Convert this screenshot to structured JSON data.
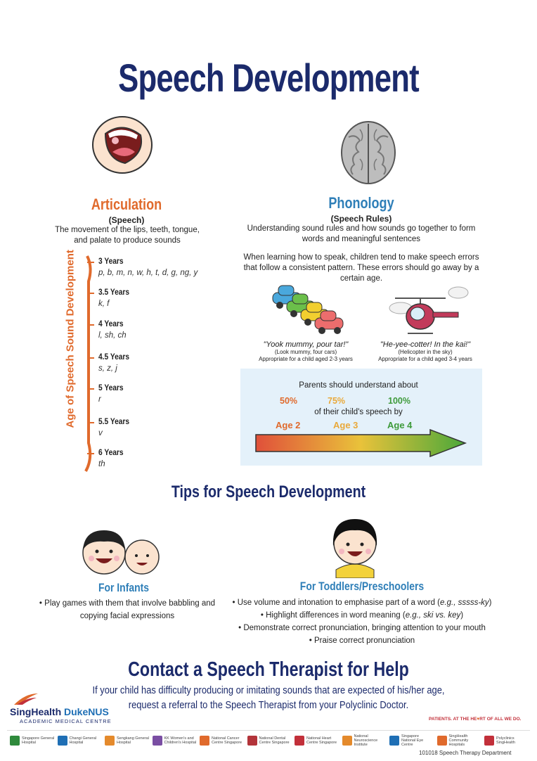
{
  "title": "Speech Development",
  "articulation": {
    "heading": "Articulation",
    "subheading": "(Speech)",
    "description": "The movement of the lips, teeth, tongue, and palate to produce sounds",
    "axis_label": "Age of Speech Sound Development",
    "ages": [
      {
        "age": "3 Years",
        "sounds": "p, b, m, n, w, h, t, d, g, ng, y"
      },
      {
        "age": "3.5 Years",
        "sounds": "k, f"
      },
      {
        "age": "4 Years",
        "sounds": "l, sh, ch"
      },
      {
        "age": "4.5 Years",
        "sounds": "s, z, j"
      },
      {
        "age": "5 Years",
        "sounds": "r"
      },
      {
        "age": "5.5 Years",
        "sounds": "v"
      },
      {
        "age": "6 Years",
        "sounds": "th"
      }
    ]
  },
  "phonology": {
    "heading": "Phonology",
    "subheading": "(Speech Rules)",
    "description": "Understanding sound rules and how sounds go together to form words and meaningful sentences",
    "paragraph": "When learning how to speak, children tend to make speech errors that follow a consistent pattern. These errors should go away by a certain age.",
    "example1": {
      "quote": "\"Yook mummy, pour tar!\"",
      "meaning": "(Look mummy, four cars)",
      "note": "Appropriate for a child aged 2-3 years"
    },
    "example2": {
      "quote": "\"He-yee-cotter! In the kai!\"",
      "meaning": "(Helicopter in the sky)",
      "note": "Appropriate for a child aged 3-4 years"
    }
  },
  "intelligibility": {
    "intro": "Parents should understand about",
    "percentages": [
      "50%",
      "75%",
      "100%"
    ],
    "middle": "of their child's speech by",
    "ages": [
      "Age 2",
      "Age 3",
      "Age 4"
    ],
    "colors": [
      "#e06a2c",
      "#e9a93a",
      "#3e9a3a"
    ]
  },
  "tips": {
    "heading": "Tips for Speech Development",
    "infants": {
      "heading": "For Infants",
      "items": [
        "Play games with them that involve babbling and copying facial expressions"
      ]
    },
    "toddlers": {
      "heading": "For Toddlers/Preschoolers",
      "item1_pre": "Use volume and intonation to emphasise part of a word (",
      "item1_em": "e.g., sssss-ky",
      "item1_post": ")",
      "item2_pre": "Highlight differences in word meaning (",
      "item2_em": "e.g., ski vs. key",
      "item2_post": ")",
      "item3": "Demonstrate correct pronunciation, bringing attention to your mouth",
      "item4": "Praise correct pronunciation"
    }
  },
  "contact": {
    "heading": "Contact a Speech Therapist for Help",
    "line1": "If your child has difficulty producing or imitating sounds that are expected of his/her age,",
    "line2": "request a referral to the Speech Therapist from your Polyclinic Doctor."
  },
  "footer": {
    "brand1": "SingHealth",
    "brand2": "DukeNUS",
    "brand_sub": "ACADEMIC MEDICAL CENTRE",
    "tagline_pre": "PATIENTS. AT THE HE",
    "tagline_post": "RT OF ALL WE DO.",
    "code": "101018 Speech Therapy Department",
    "logos": [
      {
        "name": "Singapore General Hospital",
        "color": "#2f8a3c"
      },
      {
        "name": "Changi General Hospital",
        "color": "#1f6fb5"
      },
      {
        "name": "Sengkang General Hospital",
        "color": "#e48a2c"
      },
      {
        "name": "KK Women's and Children's Hospital",
        "color": "#7a4ea3"
      },
      {
        "name": "National Cancer Centre Singapore",
        "color": "#e06a2c"
      },
      {
        "name": "National Dental Centre Singapore",
        "color": "#b3343a"
      },
      {
        "name": "National Heart Centre Singapore",
        "color": "#c2303a"
      },
      {
        "name": "National Neuroscience Institute",
        "color": "#e48a2c"
      },
      {
        "name": "Singapore National Eye Centre",
        "color": "#1f6fb5"
      },
      {
        "name": "SingHealth Community Hospitals",
        "color": "#e06a2c"
      },
      {
        "name": "Polyclinics SingHealth",
        "color": "#c2303a"
      }
    ]
  }
}
